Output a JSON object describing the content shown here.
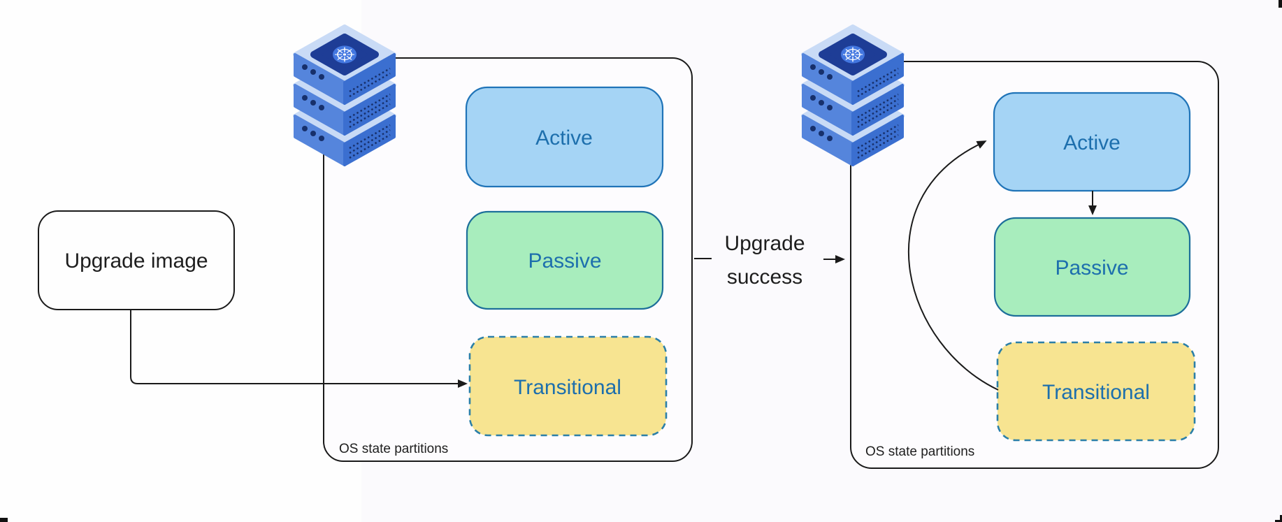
{
  "background": {
    "left_panel": "#fefefe",
    "right_panel": "#fbfafd"
  },
  "palette": {
    "active_fill": "#a5d4f5",
    "active_stroke": "#2074b8",
    "passive_fill": "#a8edbd",
    "passive_stroke": "#1d6f9a",
    "transitional_fill": "#f7e491",
    "transitional_stroke": "#2b7fa8",
    "partition_text": "#1d6fad",
    "line_color": "#1a1a1a",
    "icon_body_blue": "#4a7fd9",
    "icon_top_blue": "#c9dbf6",
    "icon_panel_navy": "#1e3d96"
  },
  "upgrade_image": {
    "label": "Upgrade image"
  },
  "transition_label": {
    "line1": "Upgrade",
    "line2": "success"
  },
  "clusters": {
    "before": {
      "caption": "OS state partitions",
      "icon": "kubernetes-server-stack",
      "partitions": {
        "active": "Active",
        "passive": "Passive",
        "transitional": "Transitional"
      }
    },
    "after": {
      "caption": "OS state partitions",
      "icon": "kubernetes-server-stack",
      "partitions": {
        "active": "Active",
        "passive": "Passive",
        "transitional": "Transitional"
      }
    }
  },
  "edges": [
    {
      "from": "upgrade-image",
      "to": "before.transitional"
    },
    {
      "from": "before",
      "to": "after",
      "label": "Upgrade success"
    },
    {
      "from": "after.transitional",
      "to": "after.active"
    },
    {
      "from": "after.active",
      "to": "after.passive"
    }
  ]
}
